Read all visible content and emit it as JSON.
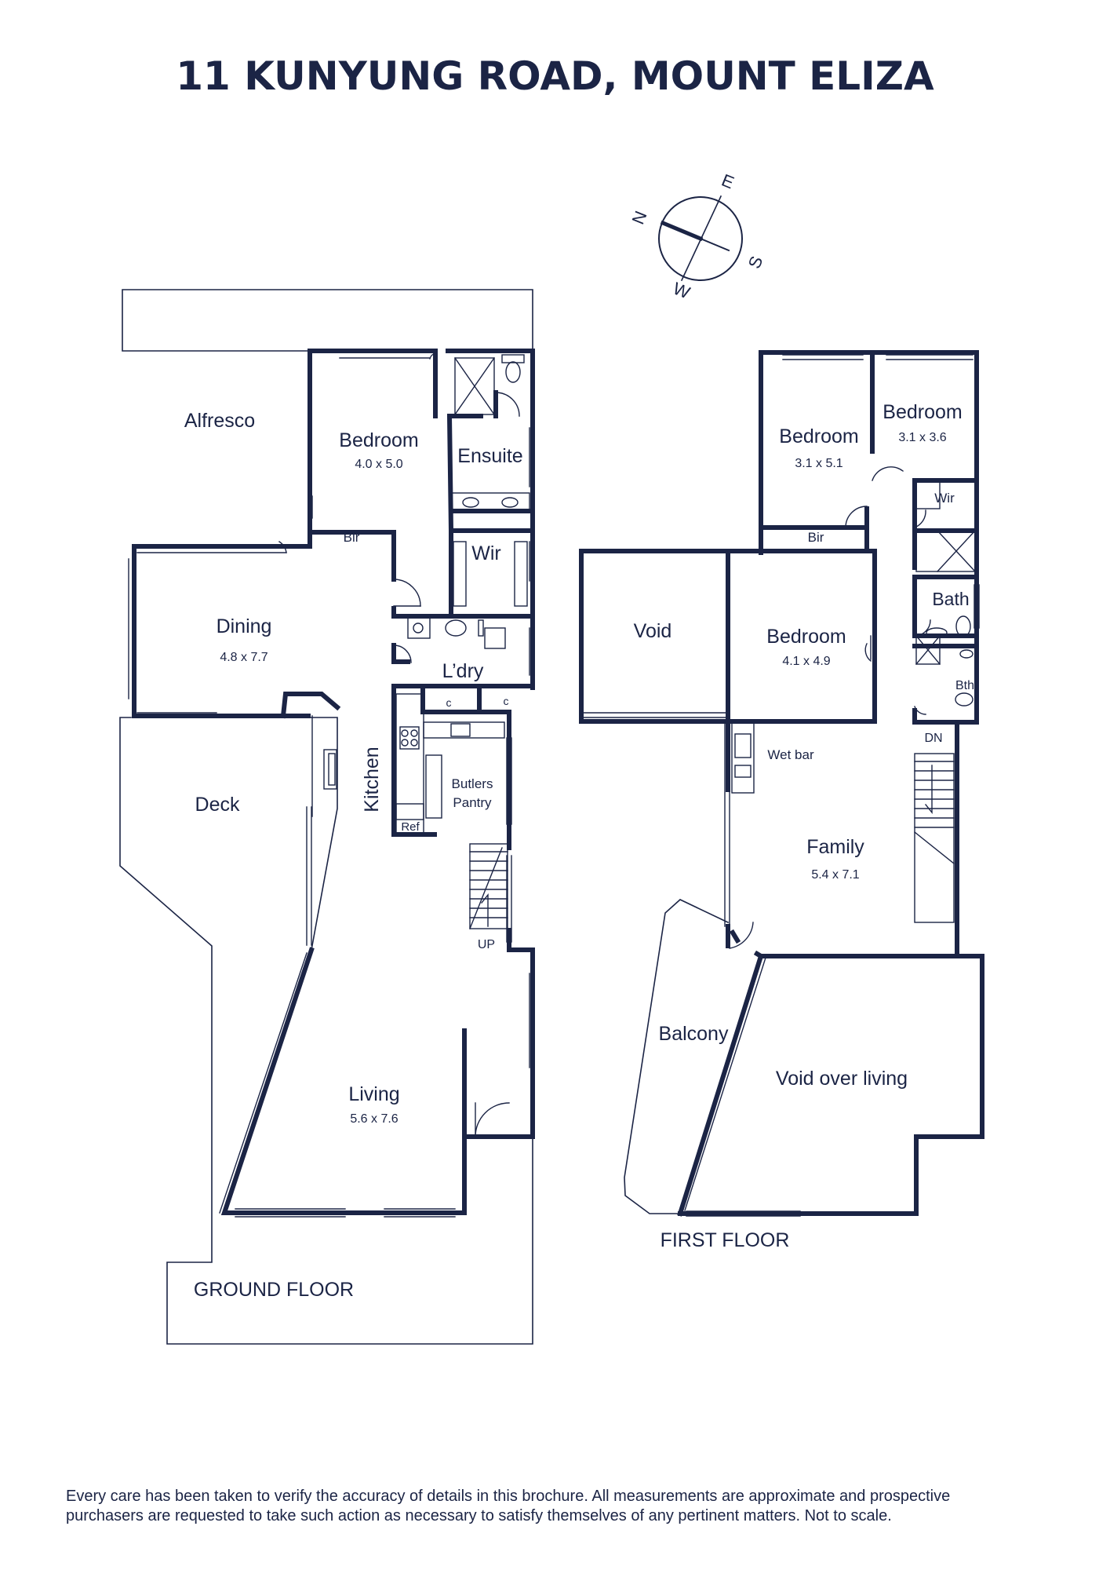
{
  "title": "11 KUNYUNG ROAD, MOUNT ELIZA",
  "colors": {
    "wall": "#1b2445",
    "text": "#1b2445",
    "background": "#ffffff"
  },
  "compass": {
    "icon": "compass-icon",
    "n": "N",
    "e": "E",
    "s": "S",
    "w": "W"
  },
  "ground_floor": {
    "label": "GROUND FLOOR",
    "rooms": {
      "alfresco": "Alfresco",
      "bedroom": {
        "name": "Bedroom",
        "size": "4.0 x 5.0"
      },
      "ensuite": "Ensuite",
      "bir": "Bir",
      "wir": "Wir",
      "dining": {
        "name": "Dining",
        "size": "4.8 x 7.7"
      },
      "laundry": "L’dry",
      "c1": "c",
      "c2": "c",
      "kitchen": "Kitchen",
      "butlers_1": "Butlers",
      "butlers_2": "Pantry",
      "ref": "Ref",
      "deck": "Deck",
      "up": "UP",
      "living": {
        "name": "Living",
        "size": "5.6 x 7.6"
      }
    }
  },
  "first_floor": {
    "label": "FIRST FLOOR",
    "rooms": {
      "bedroom1": {
        "name": "Bedroom",
        "size": "3.1 x 5.1"
      },
      "bedroom2": {
        "name": "Bedroom",
        "size": "3.1 x 3.6"
      },
      "wir": "Wir",
      "bir": "Bir",
      "void": "Void",
      "bedroom3": {
        "name": "Bedroom",
        "size": "4.1 x 4.9"
      },
      "bath": "Bath",
      "bth": "Bth",
      "dn": "DN",
      "wet_bar": "Wet bar",
      "family": {
        "name": "Family",
        "size": "5.4 x 7.1"
      },
      "balcony": "Balcony",
      "void_over_living": "Void over living"
    }
  },
  "disclaimer": {
    "line1": "Every care has been taken to verify the accuracy of details in this brochure. All measurements are approximate and prospective",
    "line2": "purchasers are requested to take such action as necessary to satisfy themselves of any pertinent matters. Not to scale."
  }
}
